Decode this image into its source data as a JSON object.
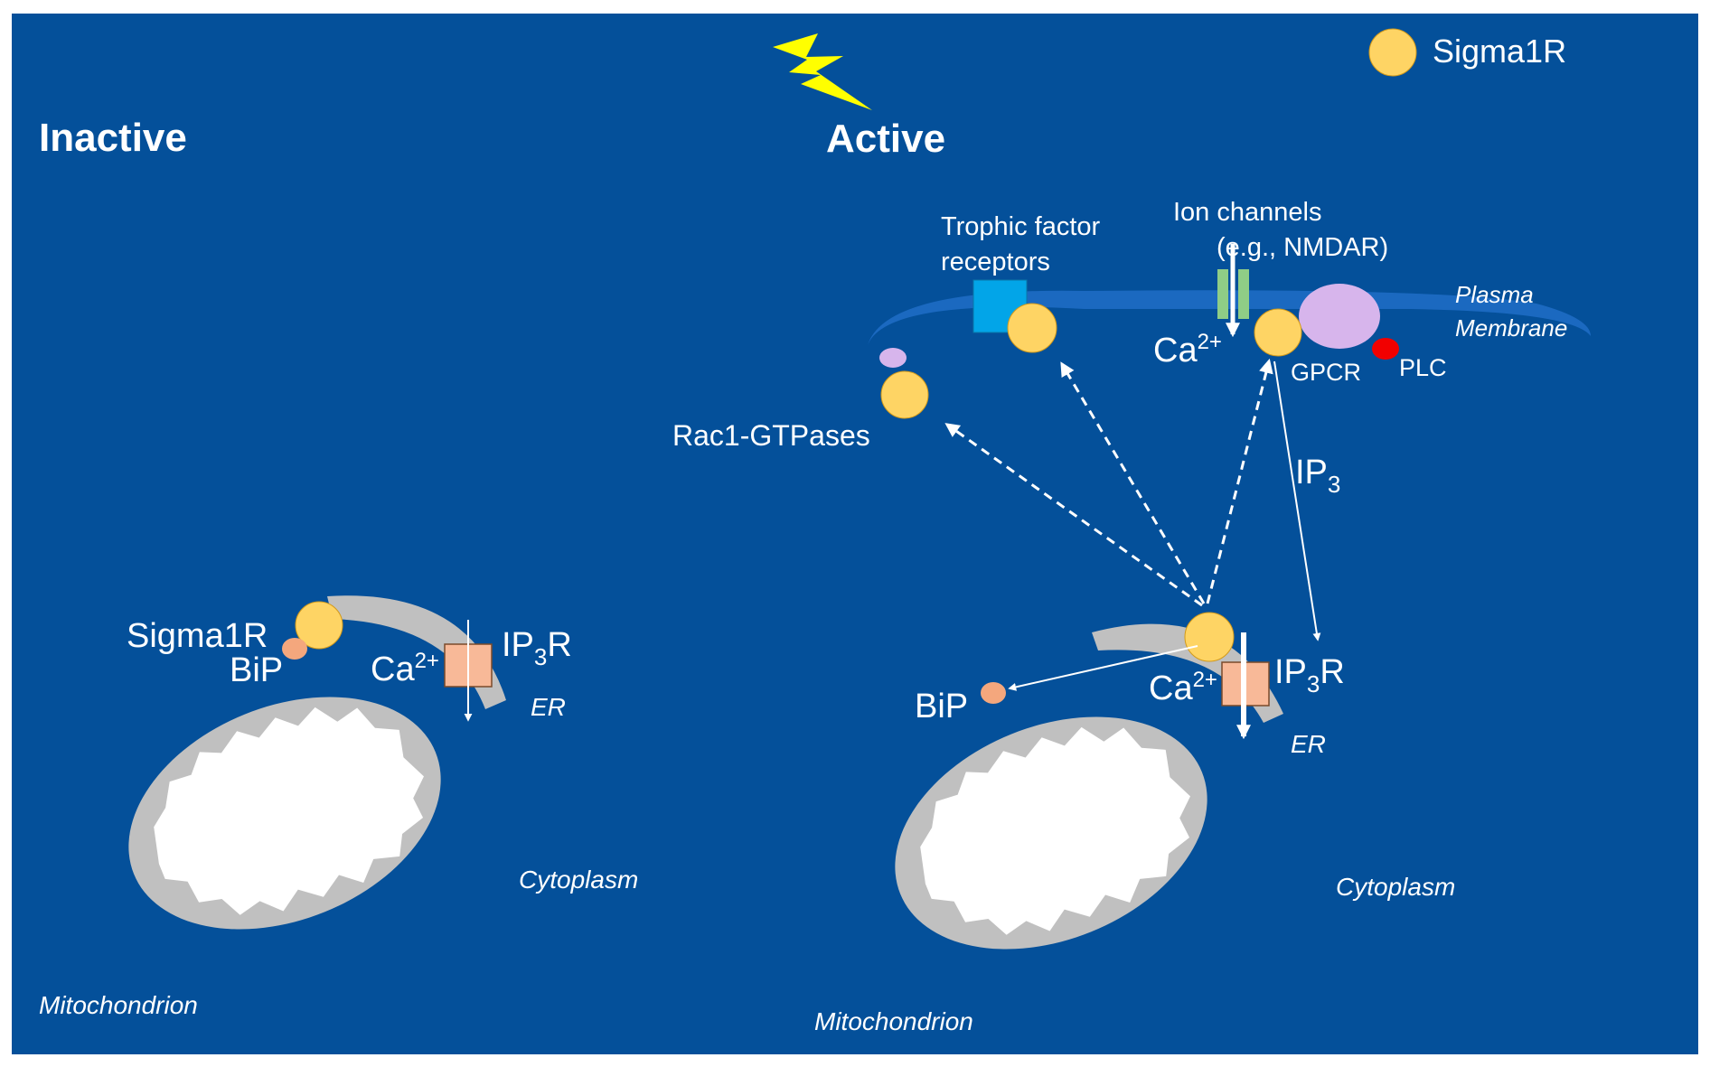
{
  "colors": {
    "background": "#04509a",
    "sigma1r": "#fed464",
    "bip": "#f4a77d",
    "ip3r": "#f8b998",
    "er": "#c0c0c0",
    "membrane": "#1b69c0",
    "trophic_receptor": "#02a5e8",
    "ion_channel": "#8fcd86",
    "gpcr": "#d7b5ec",
    "plc": "#f20000",
    "lightning": "#ffff00"
  },
  "legend": {
    "label": "Sigma1R",
    "icon": "sigma1r-dot"
  },
  "inactive": {
    "title": "Inactive",
    "sigma1r": "Sigma1R",
    "bip": "BiP",
    "ca": "Ca",
    "ca_sup": "2+",
    "ip3r_main": "IP",
    "ip3r_sub": "3",
    "ip3r_end": "R",
    "er": "ER",
    "cytoplasm": "Cytoplasm",
    "mitochondrion": "Mitochondrion"
  },
  "active": {
    "title": "Active",
    "trophic_line1": "Trophic factor",
    "trophic_line2": "receptors",
    "ion_line1": "Ion channels",
    "ion_line2": "(e.g., NMDAR)",
    "plasma_line1": "Plasma",
    "plasma_line2": "Membrane",
    "ca_membrane": "Ca",
    "ca_membrane_sup": "2+",
    "gpcr": "GPCR",
    "plc": "PLC",
    "rac1": "Rac1-GTPases",
    "ip3_main": "IP",
    "ip3_sub": "3",
    "ca_er": "Ca",
    "ca_er_sup": "2+",
    "ip3r_main": "IP",
    "ip3r_sub": "3",
    "ip3r_end": "R",
    "bip": "BiP",
    "er": "ER",
    "cytoplasm": "Cytoplasm",
    "mitochondrion": "Mitochondrion"
  }
}
